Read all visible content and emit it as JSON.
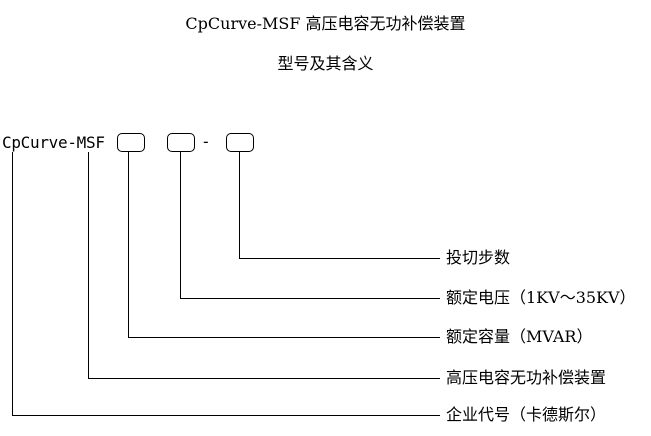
{
  "title": "CpCurve-MSF 高压电容无功补偿装置",
  "subtitle": "型号及其含义",
  "model": {
    "prefix": "CpCurve-MSF",
    "separator": "-"
  },
  "labels": [
    "投切步数",
    "额定电压（1KV～35KV）",
    "额定容量（MVAR）",
    "高压电容无功补偿装置",
    "企业代号（卡德斯尔）"
  ]
}
